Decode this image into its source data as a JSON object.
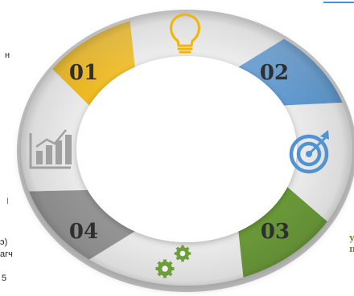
{
  "diagram": {
    "segments": [
      {
        "label": "01",
        "color": "#f7b800"
      },
      {
        "label": "02",
        "color": "#4f93d3"
      },
      {
        "label": "03",
        "color": "#6e9e3a"
      },
      {
        "label": "04",
        "color": "#9a9a9a"
      }
    ],
    "icons": [
      "lightbulb-icon",
      "target-icon",
      "gears-icon",
      "bar-chart-icon"
    ],
    "neutral_color": "#f3f3f3",
    "icon_colors": {
      "lightbulb": "#f2b600",
      "target": "#4f93d3",
      "gears": "#6e9e3a",
      "chart": "#9a9a9a"
    }
  },
  "edge_text": {
    "left": [
      "н",
      "I",
      "э)",
      "агч",
      "5"
    ],
    "right": [
      "у",
      "п"
    ]
  }
}
